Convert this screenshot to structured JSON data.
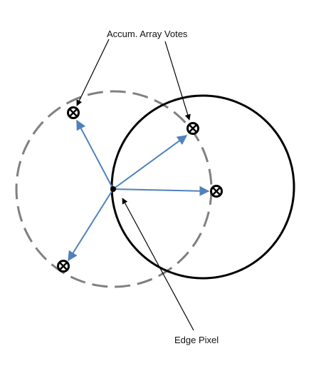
{
  "labels": {
    "accum_votes": "Accum. Array Votes",
    "edge_pixel": "Edge Pixel"
  },
  "colors": {
    "vector_arrow": "#4f81bd",
    "dashed_circle": "#808080",
    "solid_circle": "#000000",
    "callout": "#000000",
    "vote_marker": "#000000"
  },
  "icons": {
    "vote_marker": "circled-x-icon",
    "edge_pixel": "filled-dot-icon"
  },
  "vote_count": 4
}
